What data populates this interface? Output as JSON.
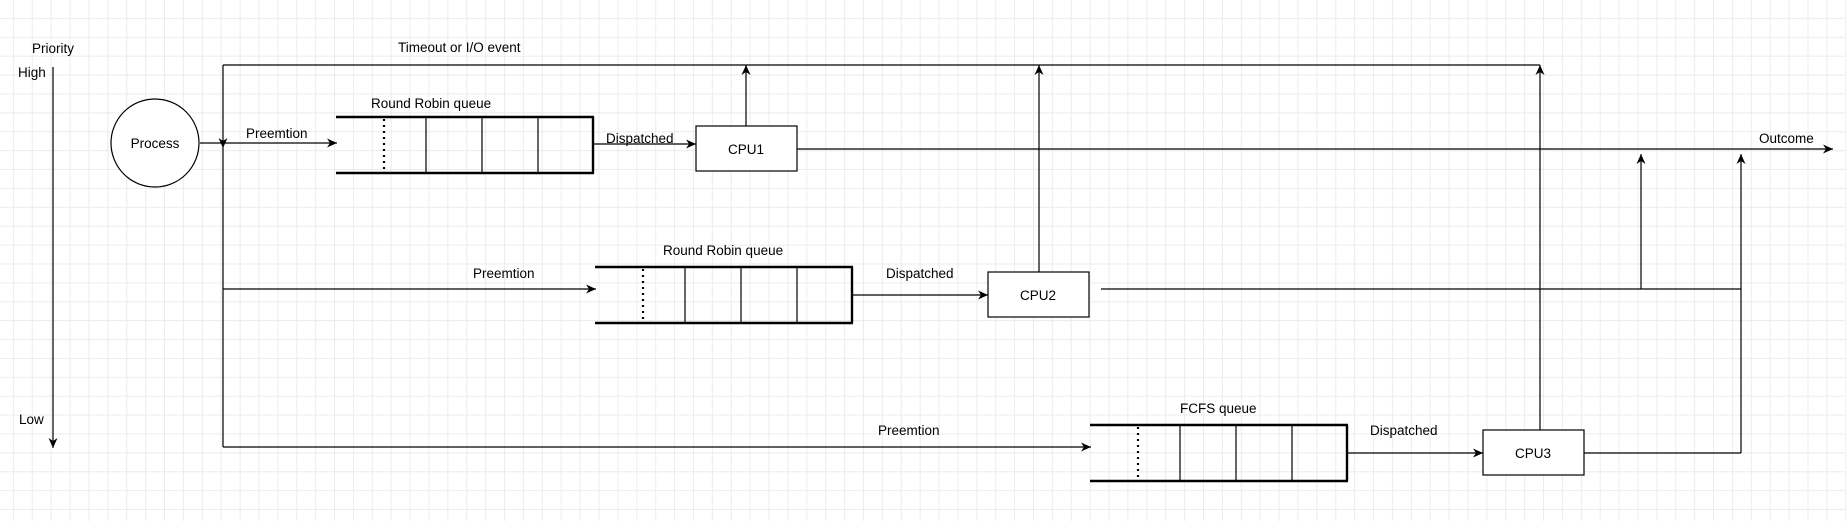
{
  "priority_axis": {
    "title": "Priority",
    "high": "High",
    "low": "Low"
  },
  "process": {
    "label": "Process"
  },
  "feedback": {
    "label": "Timeout or I/O event"
  },
  "levels": [
    {
      "queue_label": "Round Robin queue",
      "edge_label": "Preemtion",
      "dispatch_label": "Dispatched",
      "cpu_label": "CPU1"
    },
    {
      "queue_label": "Round Robin queue",
      "edge_label": "Preemtion",
      "dispatch_label": "Dispatched",
      "cpu_label": "CPU2"
    },
    {
      "queue_label": "FCFS queue",
      "edge_label": "Preemtion",
      "dispatch_label": "Dispatched",
      "cpu_label": "CPU3"
    }
  ],
  "outcome": {
    "label": "Outcome"
  },
  "colors": {
    "line": "#000000",
    "grid": "#ececec",
    "background": "#ffffff"
  }
}
